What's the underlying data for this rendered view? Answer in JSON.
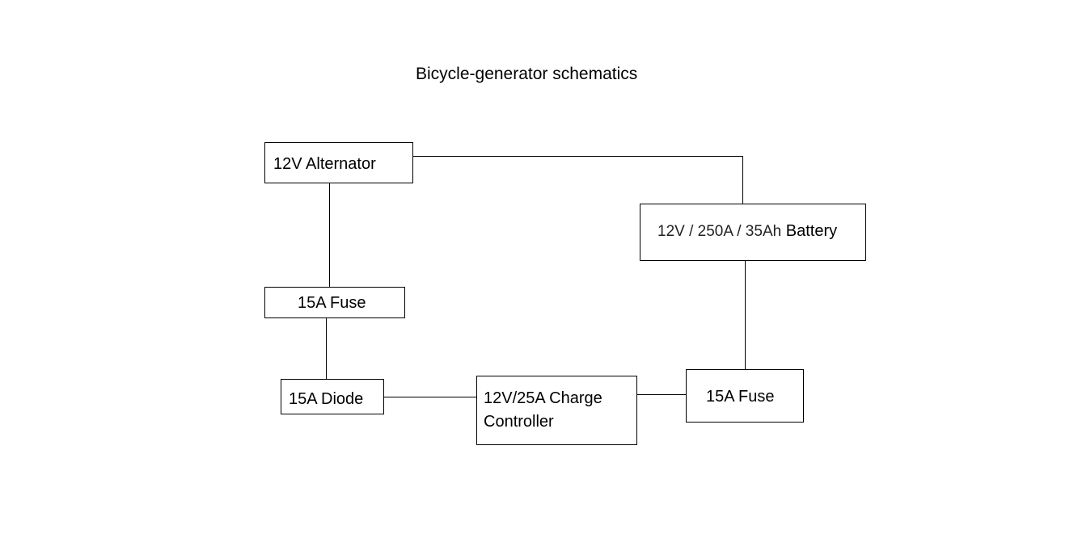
{
  "title": "Bicycle-generator schematics",
  "components": {
    "alternator": "12V Alternator",
    "battery_spec": "12V / 250A / 35Ah",
    "battery_word": "Battery",
    "fuse_left": "15A Fuse",
    "diode": "15A Diode",
    "charge_controller_line1": "12V/25A Charge",
    "charge_controller_line2": "Controller",
    "fuse_right": "15A Fuse"
  },
  "connections": [
    [
      "alternator",
      "battery"
    ],
    [
      "alternator",
      "fuse_left"
    ],
    [
      "fuse_left",
      "diode"
    ],
    [
      "diode",
      "charge_controller"
    ],
    [
      "charge_controller",
      "fuse_right"
    ],
    [
      "fuse_right",
      "battery"
    ]
  ]
}
